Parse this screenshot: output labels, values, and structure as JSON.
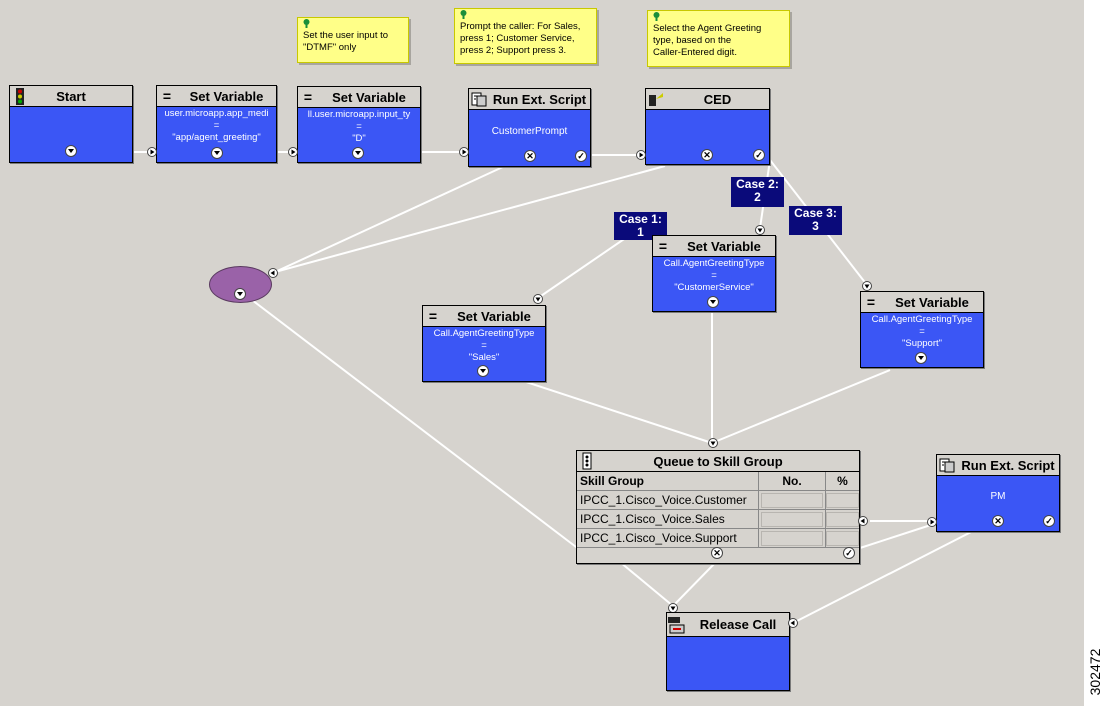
{
  "figure_id": "302472",
  "notes": [
    {
      "lines": [
        "Set the user input to",
        "\"DTMF\" only"
      ]
    },
    {
      "lines": [
        "Prompt the caller: For Sales,",
        "press 1; Customer Service,",
        "press 2; Support press 3."
      ]
    },
    {
      "lines": [
        "Select the Agent Greeting",
        "type, based on the",
        "Caller-Entered digit."
      ]
    }
  ],
  "nodes": {
    "start": {
      "title": "Start",
      "icon": "traffic-light-icon"
    },
    "setvar1": {
      "title": "Set Variable",
      "icon": "equals-icon",
      "lines": [
        "user.microapp.app_medi",
        "=",
        "\"app/agent_greeting\""
      ]
    },
    "setvar2": {
      "title": "Set Variable",
      "icon": "equals-icon",
      "lines": [
        "ll.user.microapp.input_ty",
        "=",
        "\"D\""
      ]
    },
    "runext1": {
      "title": "Run Ext. Script",
      "icon": "script-icon",
      "value": "CustomerPrompt"
    },
    "ced": {
      "title": "CED",
      "icon": "ced-icon"
    },
    "setvar_sales": {
      "title": "Set Variable",
      "icon": "equals-icon",
      "lines": [
        "Call.AgentGreetingType",
        "=",
        "\"Sales\""
      ]
    },
    "setvar_cs": {
      "title": "Set Variable",
      "icon": "equals-icon",
      "lines": [
        "Call.AgentGreetingType",
        "=",
        "\"CustomerService\""
      ]
    },
    "setvar_support": {
      "title": "Set Variable",
      "icon": "equals-icon",
      "lines": [
        "Call.AgentGreetingType",
        "=",
        "\"Support\""
      ]
    },
    "queue": {
      "title": "Queue to Skill Group",
      "icon": "queue-icon",
      "columns": [
        "Skill Group",
        "No.",
        "%"
      ],
      "rows": [
        "IPCC_1.Cisco_Voice.Customer",
        "IPCC_1.Cisco_Voice.Sales",
        "IPCC_1.Cisco_Voice.Support"
      ]
    },
    "runext2": {
      "title": "Run Ext. Script",
      "icon": "script-icon",
      "value": "PM"
    },
    "release": {
      "title": "Release Call",
      "icon": "release-call-icon"
    }
  },
  "cases": [
    {
      "label": "Case 1:",
      "value": "1"
    },
    {
      "label": "Case 2:",
      "value": "2"
    },
    {
      "label": "Case 3:",
      "value": "3"
    }
  ]
}
